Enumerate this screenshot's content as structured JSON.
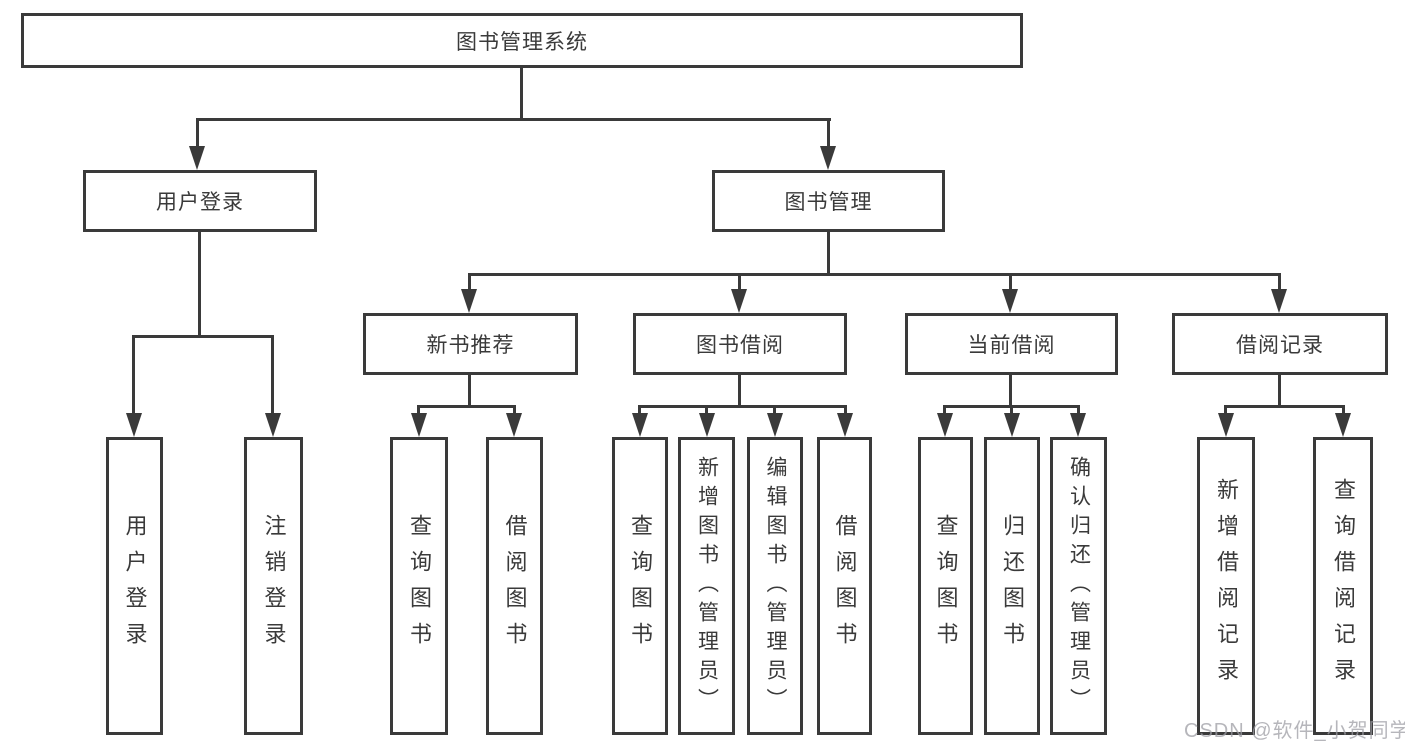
{
  "diagram_title": "图书管理系统",
  "colors": {
    "line": "#3a3a3a",
    "text": "#3a3a3a",
    "box_background": "#ffffff",
    "watermark": "#9e9ea4"
  },
  "nodes": {
    "root": "图书管理系统",
    "user_login": "用户登录",
    "book_management": "图书管理",
    "new_book_recommend": "新书推荐",
    "book_borrow": "图书借阅",
    "current_borrow": "当前借阅",
    "borrow_record": "借阅记录",
    "leaf_user_login": "用户登录",
    "leaf_logout": "注销登录",
    "leaf_rec_query_book": "查询图书",
    "leaf_rec_borrow_book": "借阅图书",
    "leaf_bb_query_book": "查询图书",
    "leaf_bb_add_book": "新增图书（管理员）",
    "leaf_bb_edit_book": "编辑图书（管理员）",
    "leaf_bb_borrow_book": "借阅图书",
    "leaf_cb_query_book": "查询图书",
    "leaf_cb_return_book": "归还图书",
    "leaf_cb_confirm_return": "确认归还（管理员）",
    "leaf_br_add_record": "新增借阅记录",
    "leaf_br_query_record": "查询借阅记录"
  },
  "watermark": "CSDN @软件_小贺同学"
}
